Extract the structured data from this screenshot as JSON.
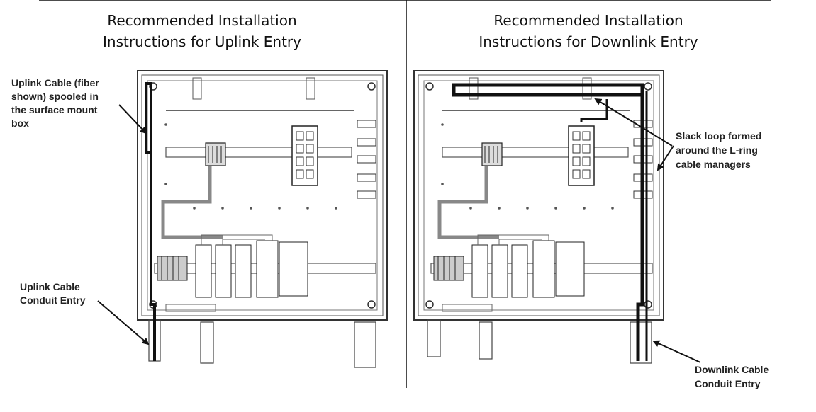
{
  "left_panel": {
    "title_line1": "Recommended Installation",
    "title_line2": "Instructions for Uplink Entry",
    "callouts": {
      "spool_line1": "Uplink Cable (fiber",
      "spool_line2": "shown) spooled in",
      "spool_line3": "the surface mount",
      "spool_line4": "box",
      "conduit_line1": "Uplink Cable",
      "conduit_line2": "Conduit Entry"
    }
  },
  "right_panel": {
    "title_line1": "Recommended Installation",
    "title_line2": "Instructions for Downlink Entry",
    "callouts": {
      "slack_line1": "Slack loop formed",
      "slack_line2": "around the L-ring",
      "slack_line3": "cable managers",
      "conduit_line1": "Downlink Cable",
      "conduit_line2": "Conduit Entry"
    }
  },
  "colors": {
    "line": "#333333",
    "cable": "#111111",
    "background": "#ffffff"
  }
}
